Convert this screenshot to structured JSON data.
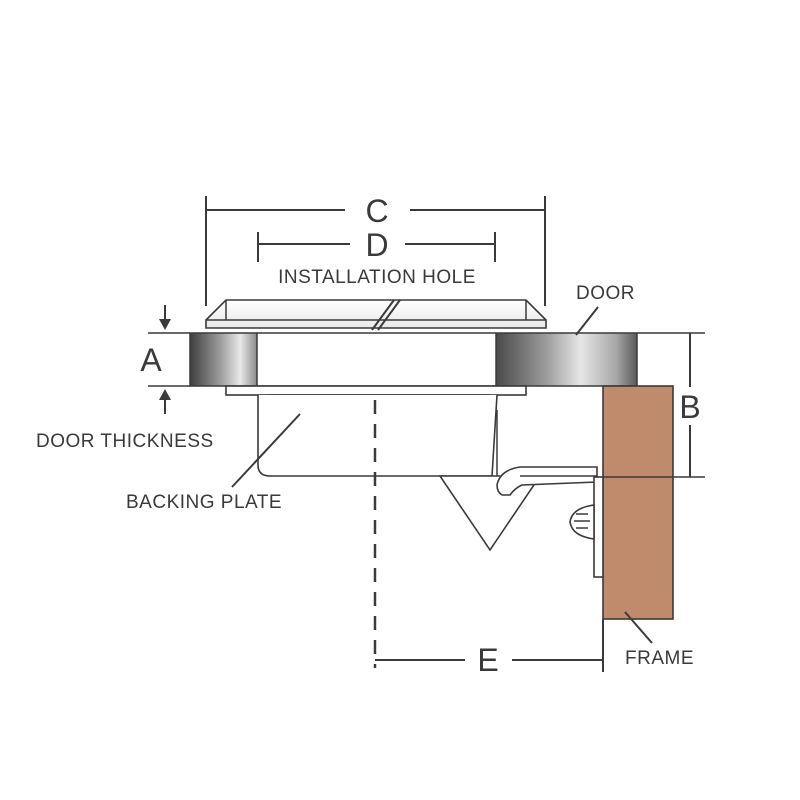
{
  "labels": {
    "installation_hole": "INSTALLATION HOLE",
    "door": "DOOR",
    "door_thickness": "DOOR THICKNESS",
    "backing_plate": "BACKING PLATE",
    "frame": "FRAME"
  },
  "dimensions": {
    "a": "A",
    "b": "B",
    "c": "C",
    "d": "D",
    "e": "E"
  },
  "colors": {
    "line": "#3a3a3a",
    "frame_fill": "#c08a6d",
    "door_dark": "#4a4a4a",
    "door_light": "#e6e6e6"
  }
}
